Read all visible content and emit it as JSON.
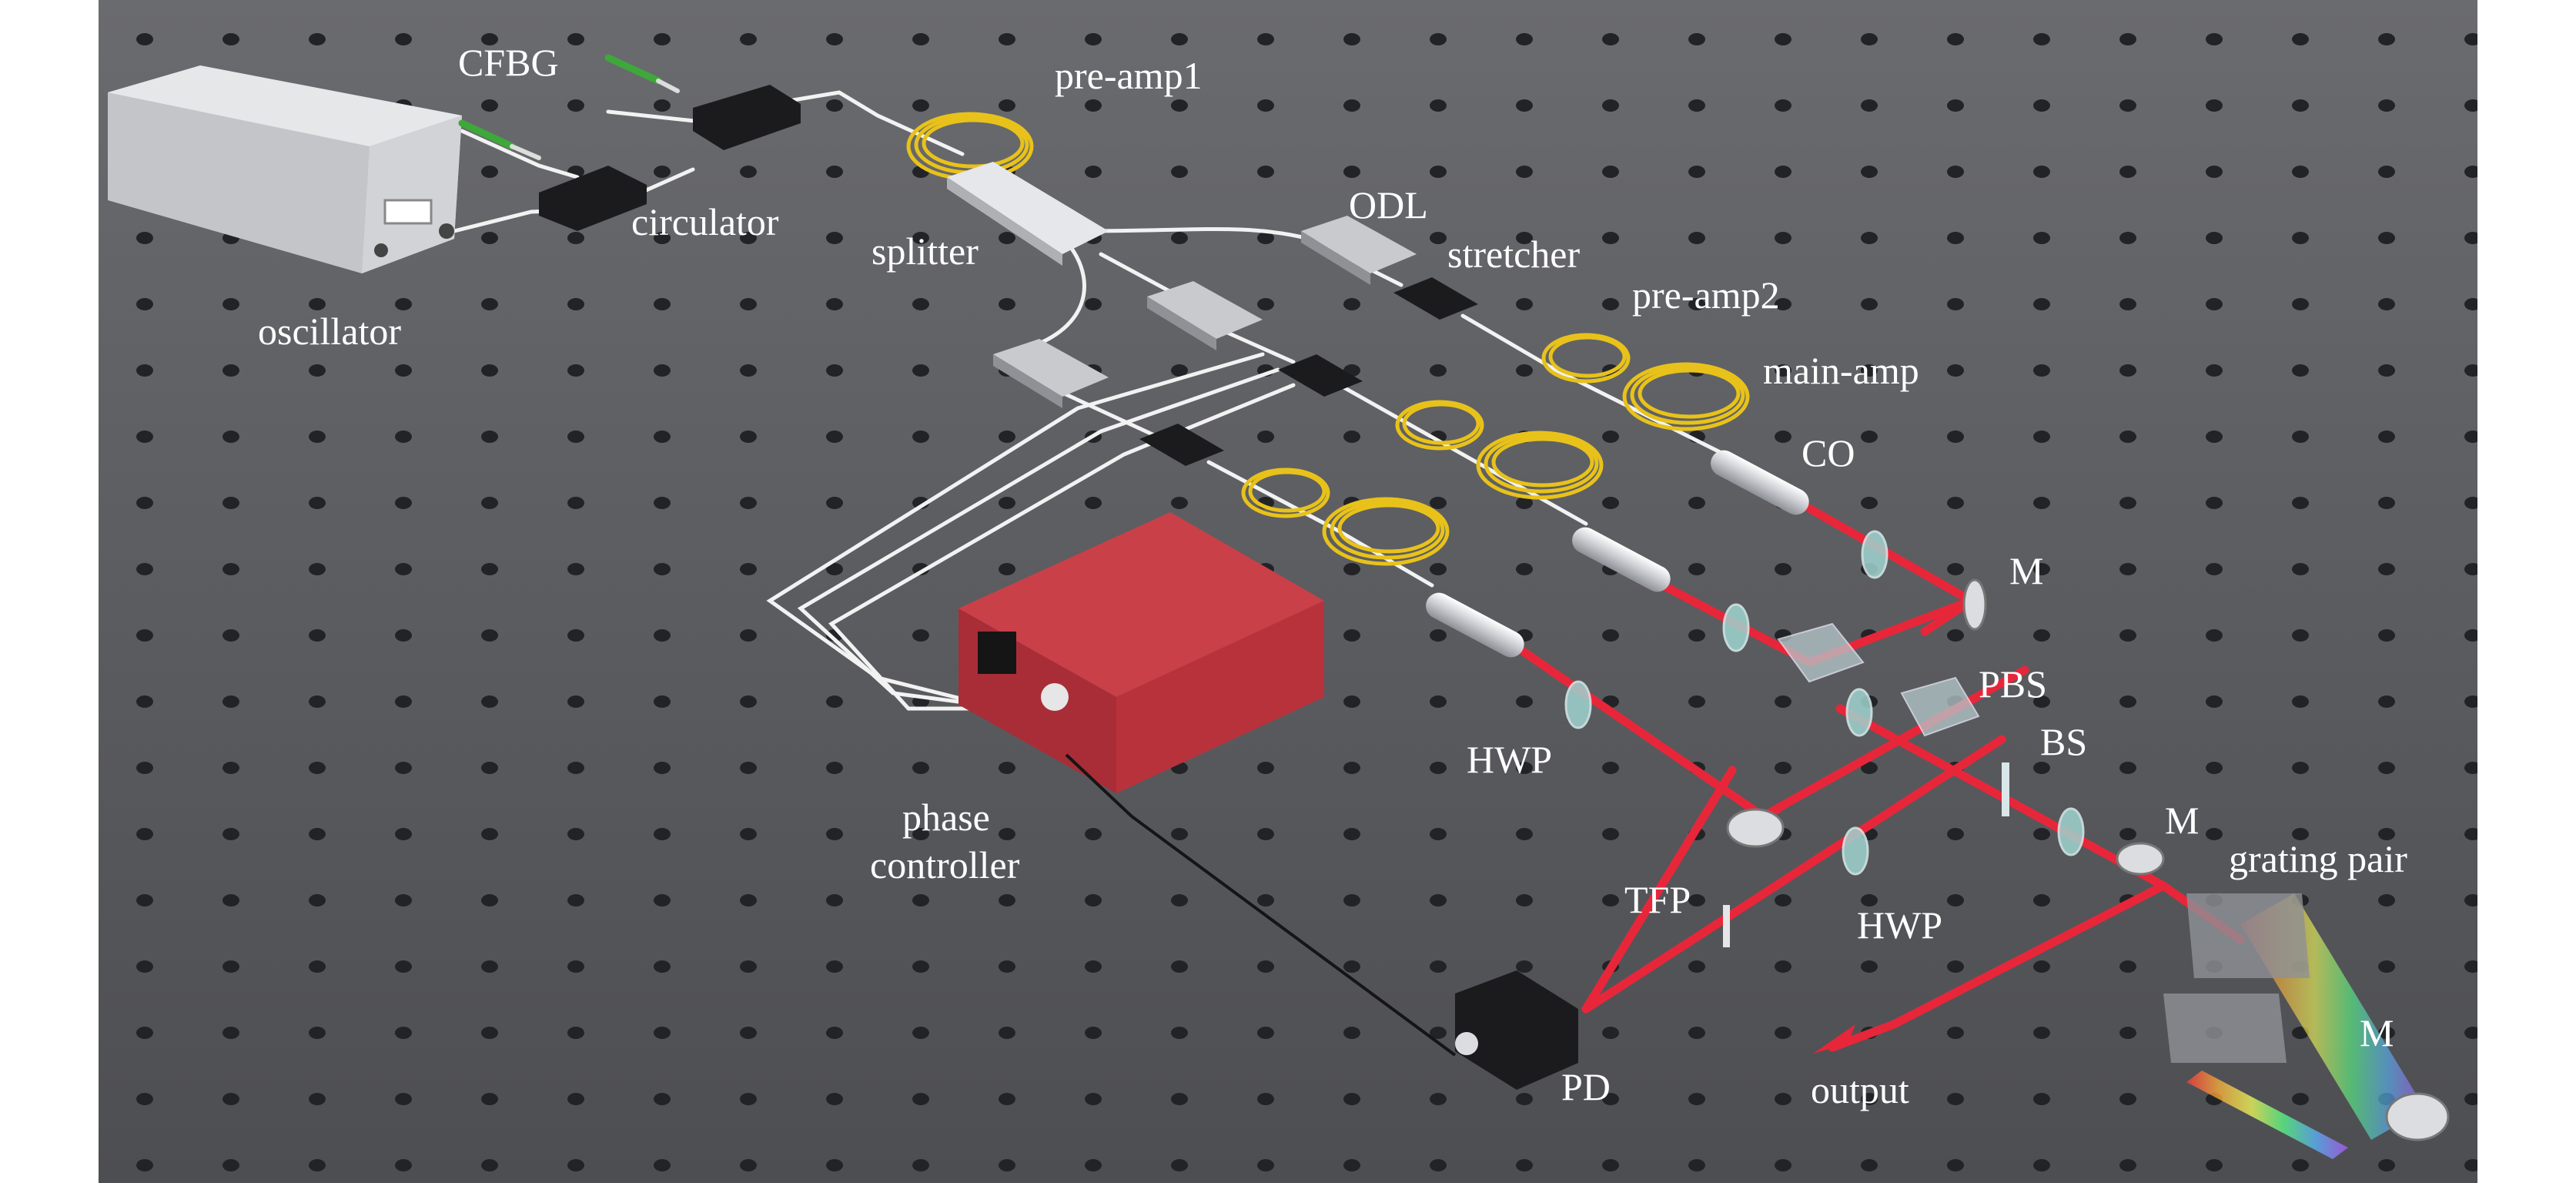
{
  "colors": {
    "table": "#56575b",
    "hole": "#222326",
    "fiber": "#f2f2f2",
    "fiber_coil": "#e8c21a",
    "beam": "#e8263a",
    "controller_red": "#b8323c",
    "osc_grey": "#d9dadc",
    "black_box": "#1b1b1d"
  },
  "icons": [
    "oscillator-unit",
    "circulator-box",
    "cfbg-fiber",
    "fiber-splitter",
    "delay-line",
    "fiber-stretcher",
    "fiber-coil-amplifier",
    "collimator",
    "mirror",
    "half-wave-plate",
    "polarizing-beam-splitter",
    "beam-splitter",
    "thin-film-polarizer",
    "grating",
    "photodetector",
    "phase-controller-unit"
  ],
  "labels": {
    "cfbg": "CFBG",
    "pre_amp1": "pre-amp1",
    "circulator": "circulator",
    "oscillator": "oscillator",
    "splitter": "splitter",
    "odl": "ODL",
    "stretcher": "stretcher",
    "pre_amp2": "pre-amp2",
    "main_amp": "main-amp",
    "co": "CO",
    "m_top": "M",
    "pbs": "PBS",
    "bs": "BS",
    "m_mid": "M",
    "grating_pair": "grating pair",
    "m_bottom": "M",
    "hwp_left": "HWP",
    "hwp_right": "HWP",
    "tfp": "TFP",
    "phase_controller_line1": "phase",
    "phase_controller_line2": "controller",
    "pd": "PD",
    "output": "output"
  }
}
